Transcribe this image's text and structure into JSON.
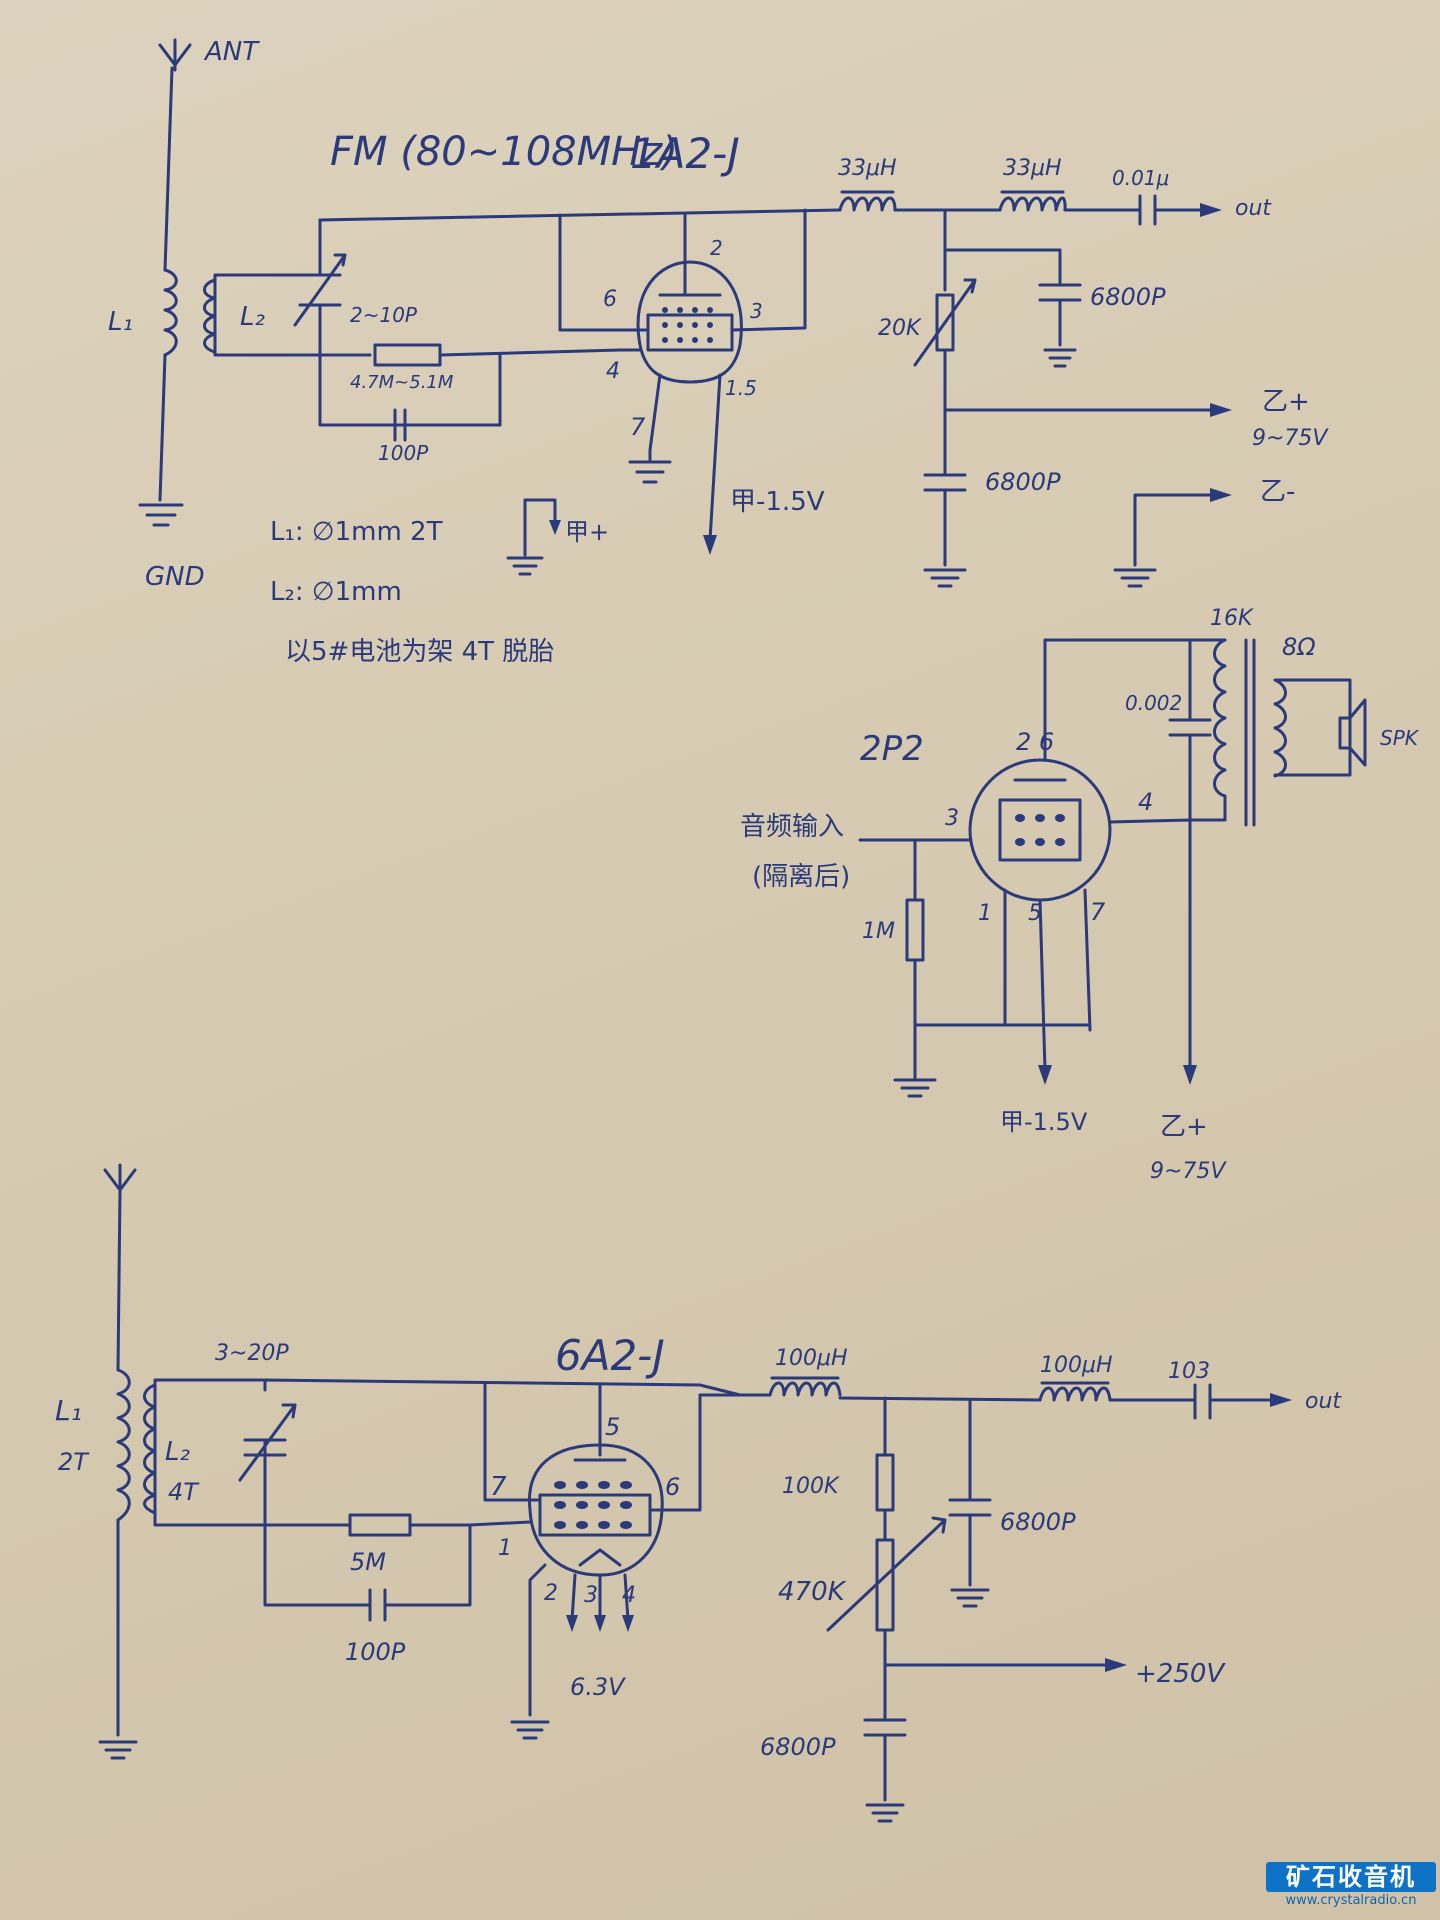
{
  "circuit1": {
    "title": "FM (80~108MHz)",
    "tube": "1A2-J",
    "ant": "ANT",
    "gnd": "GND",
    "l1": "L₁",
    "l2": "L₂",
    "cap_var": "2~10P",
    "res_grid": "4.7M~5.1M",
    "cap_grid": "100P",
    "choke1": "33μH",
    "choke2": "33μH",
    "cap_out": "0.01μ",
    "out": "out",
    "pot": "20K",
    "cap_bypass1": "6800P",
    "cap_bypass2": "6800P",
    "b_plus": "乙+",
    "b_plus_range": "9~75V",
    "b_minus": "乙-",
    "a_minus": "甲-1.5V",
    "a_plus": "甲+",
    "pins": {
      "p2": "2",
      "p3": "3",
      "p4": "4",
      "p6": "6",
      "p7": "7",
      "p15": "1.5"
    },
    "note1": "L₁: ∅1mm 2T",
    "note2": "L₂: ∅1mm",
    "note3": "以5#电池为架 4T 脱胎"
  },
  "circuit2": {
    "tube": "2P2",
    "input": "音频输入",
    "input_note": "(隔离后)",
    "res": "1M",
    "trans_primary": "16K",
    "trans_secondary": "8Ω",
    "cap": "0.002",
    "spk": "SPK",
    "a_minus": "甲-1.5V",
    "b_plus": "乙+",
    "b_plus_range": "9~75V",
    "pins": {
      "p1": "1",
      "p26": "2 6",
      "p3": "3",
      "p4": "4",
      "p5": "5",
      "p7": "7"
    }
  },
  "circuit3": {
    "tube": "6A2-J",
    "l1": "L₁",
    "l1_turns": "2T",
    "l2": "L₂",
    "l2_turns": "4T",
    "cap_var": "3~20P",
    "res_grid": "5M",
    "cap_grid": "100P",
    "choke1": "100μH",
    "choke2": "100μH",
    "cap_out": "103",
    "out": "out",
    "res_fixed": "100K",
    "pot": "470K",
    "cap_bypass1": "6800P",
    "cap_bypass2": "6800P",
    "b_plus": "+250V",
    "heater": "6.3V",
    "pins": {
      "p1": "1",
      "p2": "2",
      "p3": "3",
      "p4": "4",
      "p5": "5",
      "p6": "6",
      "p7": "7"
    }
  },
  "watermark": {
    "title": "矿石收音机",
    "url": "www.crystalradio.cn"
  }
}
